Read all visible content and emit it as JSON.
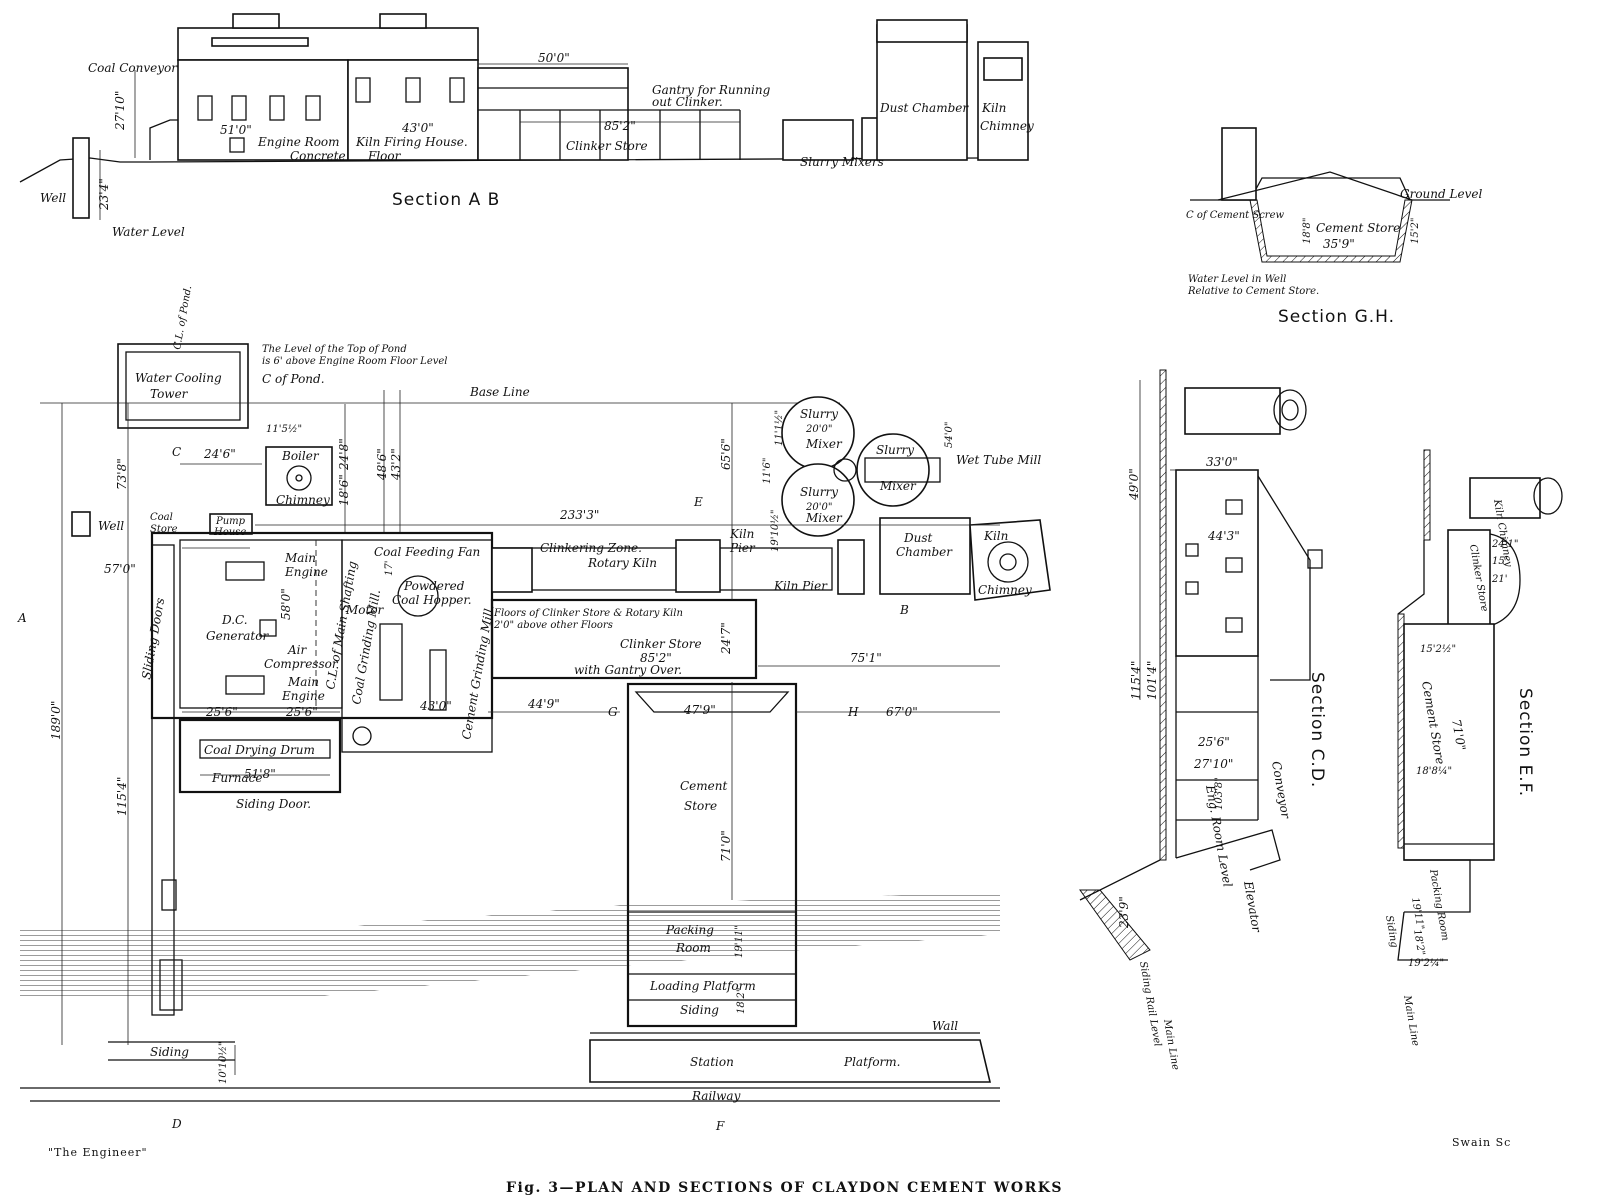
{
  "section_ab": {
    "title": "Section A B",
    "labels": {
      "coal_conveyor": "Coal Conveyor",
      "well": "Well",
      "water_level": "Water Level",
      "engine_room": "Engine Room",
      "concrete": "Concrete",
      "kiln_firing_house": "Kiln Firing House.",
      "floor": "Floor",
      "gantry": "Gantry for Running",
      "gantry2": "out Clinker.",
      "clinker_store": "Clinker Store",
      "slurry_mixers": "Slurry Mixers",
      "dust_chamber": "Dust Chamber",
      "kiln": "Kiln",
      "chimney": "Chimney"
    },
    "dims": {
      "height": "27'10\"",
      "engine_room_len": "51'0\"",
      "kiln_house_len": "43'0\"",
      "span50": "50'0\"",
      "clinker_len": "85'2\"",
      "well_depth": "23'4\""
    }
  },
  "section_gh": {
    "title": "Section G.H.",
    "labels": {
      "ground_level": "Ground Level",
      "cl_cement_screw": "C of Cement Screw",
      "cement_store": "Cement Store",
      "water_level_1": "Water Level in Well",
      "water_level_2": "Relative to Cement Store."
    },
    "dims": {
      "width": "35'9\"",
      "depth": "15'2\"",
      "inner": "18'8\""
    }
  },
  "plan": {
    "labels": {
      "pond_note_1": "The Level of the Top of Pond",
      "pond_note_2": "is 6' above Engine Room Floor Level",
      "cl_pond": "C of Pond.",
      "cl_pond_v": "C.L. of Pond.",
      "water_cooling": "Water Cooling",
      "tower": "Tower",
      "base_line": "Base Line",
      "boiler": "Boiler",
      "chimney": "Chimney",
      "coal_store": "Coal",
      "coal_store2": "Store",
      "pump_house": "Pump",
      "pump_house2": "House",
      "well": "Well",
      "sliding_doors": "Sliding Doors",
      "main_engine": "Main",
      "main_engine2": "Engine",
      "dc_generator": "D.C.",
      "dc_generator2": "Generator",
      "air_compressor": "Air",
      "air_compressor2": "Compressor",
      "main_engine_b": "Main",
      "main_engine_b2": "Engine",
      "main_shafting": "C.L. of Main Shafting",
      "coal_feeding_fan": "Coal Feeding Fan",
      "powdered": "Powdered",
      "coal_hopper": "Coal Hopper.",
      "motor": "Motor",
      "coal_grinding_mill": "Coal Grinding Mill.",
      "cement_grinding_mill": "Cement Grinding Mill.",
      "coal_drying_drum": "Coal Drying Drum",
      "furnace": "Furnace",
      "siding_door": "Siding Door.",
      "clinkering_zone": "Clinkering Zone.",
      "rotary_kiln": "Rotary Kiln",
      "kiln_pier": "Kiln",
      "kiln_pier2": "Pier",
      "kiln_pier3": "Kiln Pier",
      "slurry": "Slurry",
      "mixer": "Mixer",
      "wet_tube_mill": "Wet Tube Mill",
      "dust": "Dust",
      "chamber": "Chamber",
      "kiln_chimney": "Kiln",
      "kiln_chimney2": "Chimney",
      "floors_note_1": "Floors of Clinker Store & Rotary Kiln",
      "floors_note_2": "2'0\" above other Floors",
      "clinker_store": "Clinker Store",
      "with_gantry": "with Gantry Over.",
      "cement": "Cement",
      "store": "Store",
      "packing": "Packing",
      "room": "Room",
      "loading_platform": "Loading Platform",
      "siding": "Siding",
      "siding_left": "Siding",
      "station": "Station",
      "platform": "Platform.",
      "wall": "Wall",
      "railway": "Railway",
      "mark_a": "A",
      "mark_b": "B",
      "mark_c": "C",
      "mark_d": "D",
      "mark_e": "E",
      "mark_f": "F",
      "mark_g": "G",
      "mark_h": "H"
    },
    "dims": {
      "d11_5": "11'5½\"",
      "d24_6": "24'6\"",
      "d24_8": "24'8\"",
      "d48_6": "48'6\"",
      "d43_2": "43'2\"",
      "d18_6": "18'6\"",
      "d73_8": "73'8\"",
      "d57_0": "57'0\"",
      "d233_3": "233'3\"",
      "d65_6": "65'6\"",
      "d11_1": "11'1½\"",
      "d11_6": "11'6\"",
      "d19_10": "19'10½\"",
      "d20_0a": "20'0\"",
      "d20_0b": "20'0\"",
      "d54_0": "54'0\"",
      "d58_0": "58'0\"",
      "d25_6a": "25'6\"",
      "d25_6b": "25'6\"",
      "d43_0": "43'0\"",
      "d51_8": "51'8\"",
      "d189_0": "189'0\"",
      "d115_4": "115'4\"",
      "d85_2": "85'2\"",
      "d24_7": "24'7\"",
      "d75_1": "75'1\"",
      "d44_9": "44'9\"",
      "d67_0": "67'0\"",
      "d47_9": "47'9\"",
      "d71_0": "71'0\"",
      "d19_11": "19'11\"",
      "d18_2": "18'2\"",
      "d10_10": "10'10½\"",
      "d17": "17'"
    }
  },
  "section_cd": {
    "title": "Section C.D.",
    "labels": {
      "conveyor": "Conveyor",
      "elevator": "Elevator",
      "siding_rail": "Siding Rail Level",
      "main_line": "Main Line",
      "eng_room": "Eng. Room Level"
    },
    "dims": {
      "d33_0": "33'0\"",
      "d49_0": "49'0\"",
      "d44_3": "44'3\"",
      "d101": "101'4\"",
      "d115": "115'4\"",
      "d25_6": "25'6\"",
      "d27_10": "27'10\"",
      "d103": "103'8\"",
      "d23_9": "23'9\""
    }
  },
  "section_ef": {
    "title": "Section E.F.",
    "labels": {
      "kiln_chimney": "Kiln Chimney",
      "clinker_store": "Clinker Store",
      "cement_store": "Cement Store",
      "packing_room": "Packing Room",
      "siding": "Siding",
      "main_line": "Main Line"
    },
    "dims": {
      "d24_1": "24'1\"",
      "d15": "15'",
      "d21": "21'",
      "d15_2": "15'2½\"",
      "d71_0": "71'0\"",
      "d18_8": "18'8¼\"",
      "d19_11": "19'11\"",
      "d18_2": "18'2\"",
      "d19_2": "19'2¼\""
    }
  },
  "credits": {
    "left": "\"The Engineer\"",
    "right": "Swain Sc"
  },
  "caption": "Fig. 3—PLAN AND SECTIONS OF CLAYDON CEMENT WORKS"
}
